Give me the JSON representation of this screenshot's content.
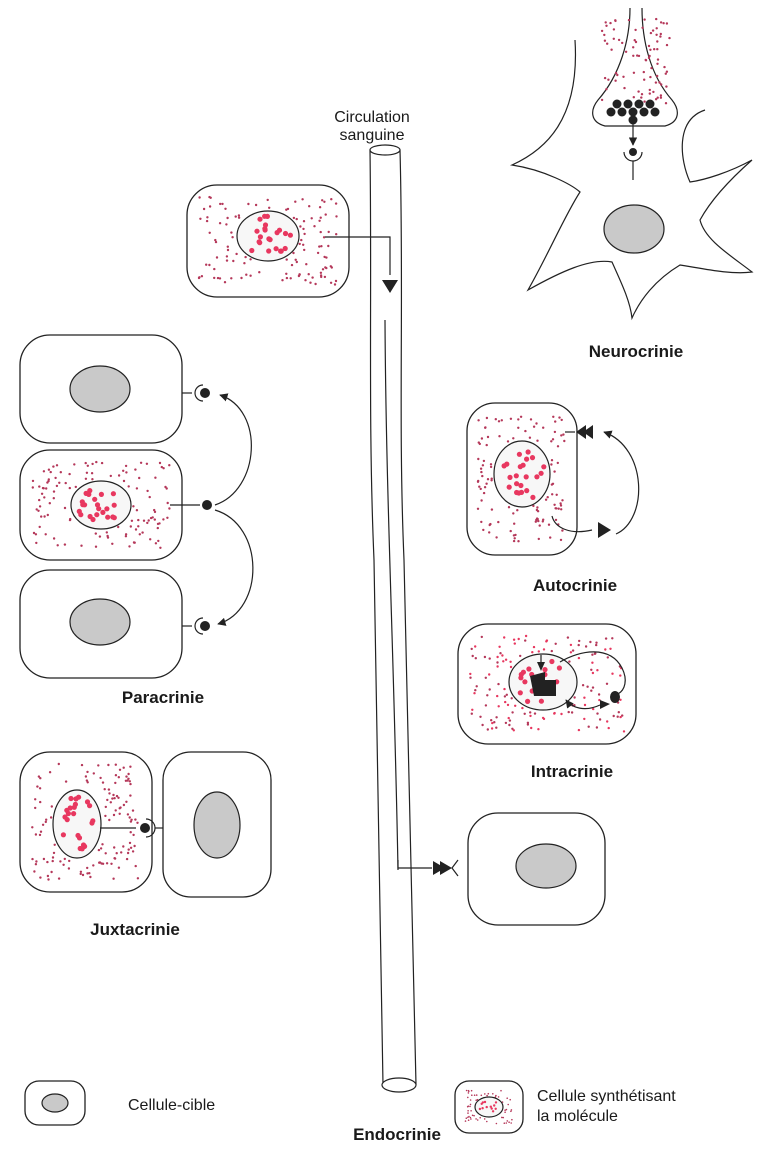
{
  "labels": {
    "circulation": [
      "Circulation",
      "sanguine"
    ],
    "neurocrinie": "Neurocrinie",
    "paracrinie": "Paracrinie",
    "autocrinie": "Autocrinie",
    "intracrinie": "Intracrinie",
    "juxtacrinie": "Juxtacrinie",
    "endocrinie": "Endocrinie"
  },
  "legend": {
    "target_cell": "Cellule-cible",
    "synthesizing_cell": [
      "Cellule synthétisant",
      "la molécule"
    ]
  },
  "colors": {
    "nucleus_fill": "#c9c9c9",
    "red_granule": "#e8375f",
    "cytoplasm_dot": "#b5385a",
    "outline": "#222222"
  }
}
